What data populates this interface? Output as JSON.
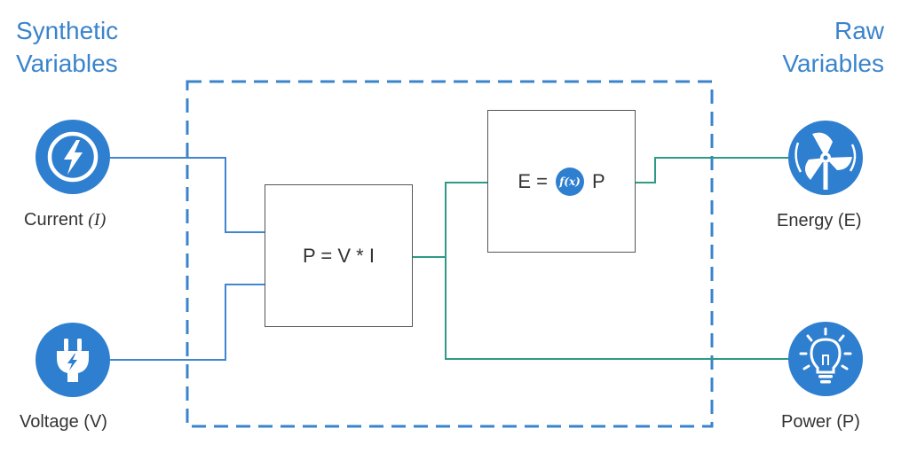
{
  "headings": {
    "left": [
      "Synthetic",
      "Variables"
    ],
    "right": [
      "Raw",
      "Variables"
    ]
  },
  "nodes": {
    "current": {
      "label": "Current",
      "symbol": "(I)",
      "icon": "lightning-bolt-icon"
    },
    "voltage": {
      "label": "Voltage (V)",
      "icon": "power-plug-icon"
    },
    "energy": {
      "label": "Energy (E)",
      "icon": "wind-turbine-icon"
    },
    "power": {
      "label": "Power (P)",
      "icon": "light-bulb-icon"
    }
  },
  "formulas": {
    "power": "P = V * I",
    "energy_left": "E =",
    "energy_fx": "f(x)",
    "energy_right": "P"
  },
  "colors": {
    "accent": "#3a84cc",
    "icon_fill": "#2f7fd0",
    "synthetic_link": "#3f86cf",
    "raw_link": "#2e9a86",
    "box_border": "#555555",
    "dashed_group": "#3a84cc"
  }
}
